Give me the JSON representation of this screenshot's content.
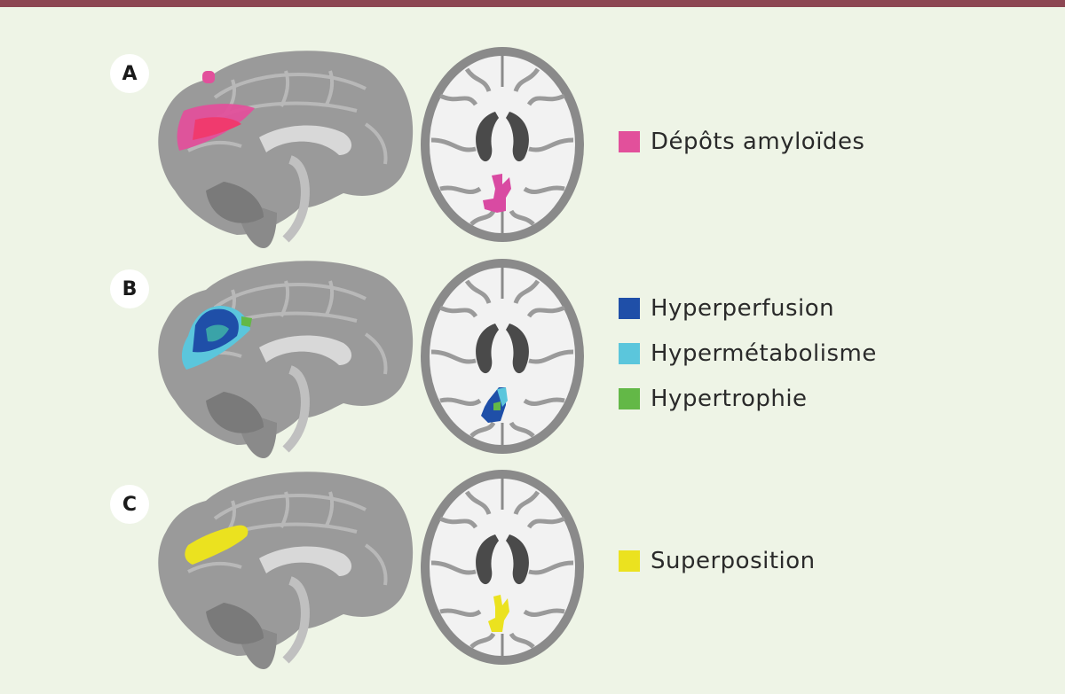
{
  "panels": [
    {
      "letter": "A",
      "legend": [
        {
          "label": "Dépôts amyloïdes",
          "color": "#e2509b"
        }
      ]
    },
    {
      "letter": "B",
      "legend": [
        {
          "label": "Hyperperfusion",
          "color": "#1f4fa8"
        },
        {
          "label": "Hypermétabolisme",
          "color": "#5bc6dc"
        },
        {
          "label": "Hypertrophie",
          "color": "#63b847"
        }
      ]
    },
    {
      "letter": "C",
      "legend": [
        {
          "label": "Superposition",
          "color": "#ebe21f"
        }
      ]
    }
  ]
}
